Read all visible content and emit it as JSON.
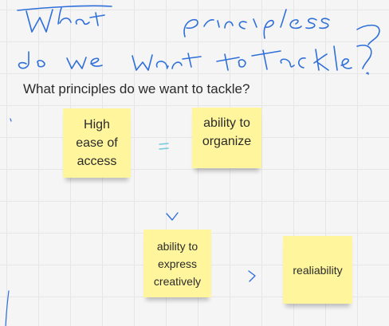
{
  "board": {
    "handwritten_heading": "What principles do we want to tackle?",
    "title": "What principles do we want to tackle?"
  },
  "notes": [
    {
      "text": "High\nease of\naccess"
    },
    {
      "text": "ability to\norganize"
    },
    {
      "text": "ability to\nexpress\ncreatively"
    },
    {
      "text": "realiability"
    }
  ],
  "connectors": {
    "between_first_notes": "=",
    "down_arrow": "∨",
    "right_arrow": ">"
  },
  "colors": {
    "sticky_note": "#fff59c",
    "ink": "#2e6fd9",
    "canvas": "#f5f5f5",
    "grid": "#e6e6e6"
  }
}
